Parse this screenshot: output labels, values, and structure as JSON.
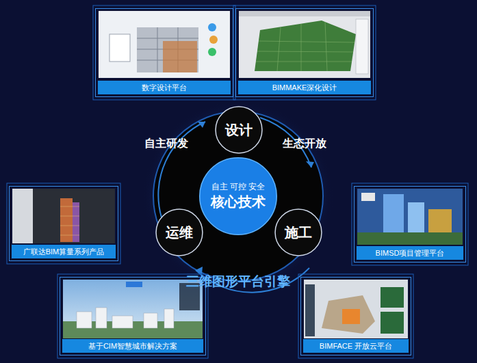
{
  "diagram": {
    "nodes": [
      {
        "text": [
          "数字设计平台"
        ]
      },
      {
        "text": [
          "BIMMAKE深化设计"
        ]
      },
      {
        "text": [
          "设计"
        ]
      },
      {
        "text": [
          "自主 可控 安全",
          "核心技术"
        ]
      },
      {
        "text": [
          "广联达BIM算量系列产品"
        ]
      },
      {
        "text": [
          "BIMSD项目管理平台"
        ]
      },
      {
        "text": [
          "运维"
        ]
      },
      {
        "text": [
          "施工"
        ]
      },
      {
        "text": [
          "基于CIM智慧城市解决方案"
        ]
      },
      {
        "text": [
          "BIMFACE 开放云平台"
        ]
      }
    ],
    "labels": [
      "自主研发",
      "生态开放",
      "三维图形平台引擎"
    ]
  }
}
